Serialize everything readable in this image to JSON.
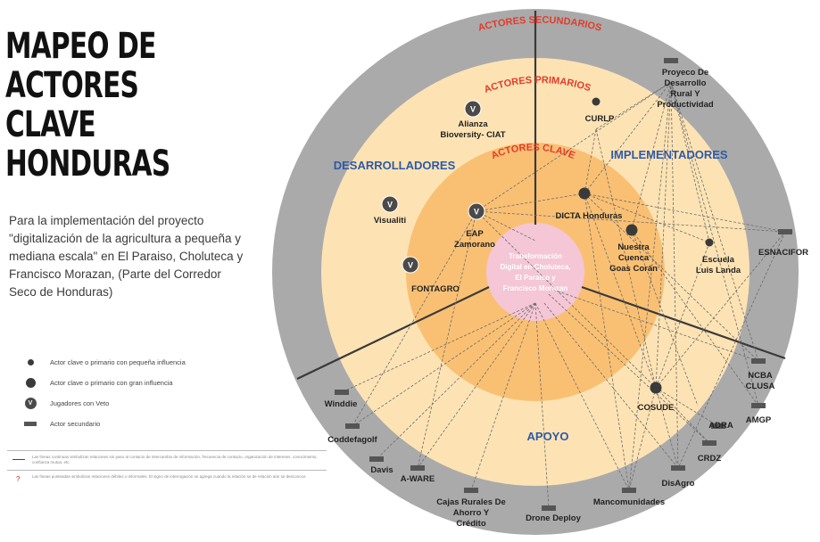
{
  "title": [
    "MAPEO DE",
    "ACTORES CLAVE",
    "HONDURAS"
  ],
  "description": "Para la implementación del proyecto \"digitalización de la agricultura a pequeña y mediana escala\" en El Paraiso, Choluteca y Francisco Morazan, (Parte del Corredor Seco de Honduras)",
  "legend": [
    {
      "symbol": "small-dot",
      "label": "Actor clave o primario con pequeña influencia"
    },
    {
      "symbol": "large-dot",
      "label": "Actor clave o primario con  gran influencia"
    },
    {
      "symbol": "veto",
      "glyph": "V",
      "label": "Jugadores con Veto"
    },
    {
      "symbol": "bar",
      "label": "Actor secundario"
    }
  ],
  "notes": [
    {
      "symbol": "solid-line",
      "text": "Las líneas continuas simbolizan relaciones sin paso al contacto de intercambio de información, frecuencia de contacto, organización de intereses, conocimiento, confianza mutua, etc."
    },
    {
      "symbol": "dashed-line",
      "glyph": "?",
      "text": "Las líneas punteadas simbolizan relaciones débiles o informales. El signo de interrogación se agrega cuando la relación se de relación aún se desconoce."
    }
  ],
  "rings": {
    "secondary_label": "ACTORES SECUNDARIOS",
    "primary_label": "ACTORES PRIMARIOS",
    "key_label": "ACTORES CLAVE",
    "center_label": [
      "Transformación",
      "Digital en Choluteca,",
      "El Paraiso y",
      "Francisco Morazan"
    ],
    "colors": {
      "outer": "#aaaaaa",
      "primary": "#fde3b4",
      "key": "#f9c074",
      "center": "#f4c6d6",
      "ring_label": "#e23b2a",
      "sector_label": "#2d5aa8"
    }
  },
  "sectors": [
    "DESARROLLADORES",
    "IMPLEMENTADORES",
    "APOYO"
  ],
  "actors": [
    {
      "name": "Alianza\nBioversity- CIAT",
      "marker": "veto"
    },
    {
      "name": "CURLP",
      "marker": "small-dot"
    },
    {
      "name": "Proyeco De\nDesarrollo\nRural Y\nProductividad",
      "marker": "bar"
    },
    {
      "name": "Visualiti",
      "marker": "veto"
    },
    {
      "name": "EAP\nZamorano",
      "marker": "veto"
    },
    {
      "name": "FONTAGRO",
      "marker": "veto"
    },
    {
      "name": "DICTA Honduras",
      "marker": "large-dot"
    },
    {
      "name": "Nuestra\nCuenca\nGoas Corán",
      "marker": "large-dot"
    },
    {
      "name": "Escuela\nLuis Landa",
      "marker": "small-dot"
    },
    {
      "name": "ESNACIFOR",
      "marker": "bar"
    },
    {
      "name": "COSUDE",
      "marker": "large-dot"
    },
    {
      "name": "NCBA\nCLUSA",
      "marker": "bar"
    },
    {
      "name": "AMGP",
      "marker": "bar"
    },
    {
      "name": "ADRA",
      "marker": "bar"
    },
    {
      "name": "CRDZ",
      "marker": "bar"
    },
    {
      "name": "DisAgro",
      "marker": "bar"
    },
    {
      "name": "Mancomunidades",
      "marker": "bar"
    },
    {
      "name": "Drone Deploy",
      "marker": "bar"
    },
    {
      "name": "Cajas Rurales De\nAhorro Y\nCrédito",
      "marker": "bar"
    },
    {
      "name": "A-WARE",
      "marker": "bar"
    },
    {
      "name": "Davis",
      "marker": "bar"
    },
    {
      "name": "Coddefagolf",
      "marker": "bar"
    },
    {
      "name": "Winddie",
      "marker": "bar"
    }
  ]
}
